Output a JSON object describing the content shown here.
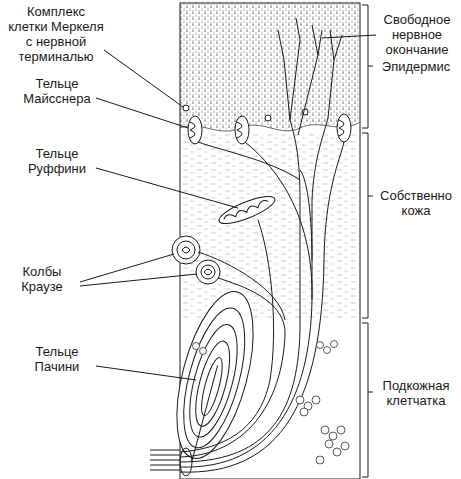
{
  "diagram": {
    "labels": [
      "Комплекс клетки Меркеля с нервной терминалью",
      "Тельце Майсснера",
      "Тельце Руффини",
      "Колбы Краузе",
      "Тельце Пачини",
      "Свободное нервное окончание",
      "Эпидермис",
      "Собственно кожа",
      "Подкожная клетчатка"
    ]
  }
}
